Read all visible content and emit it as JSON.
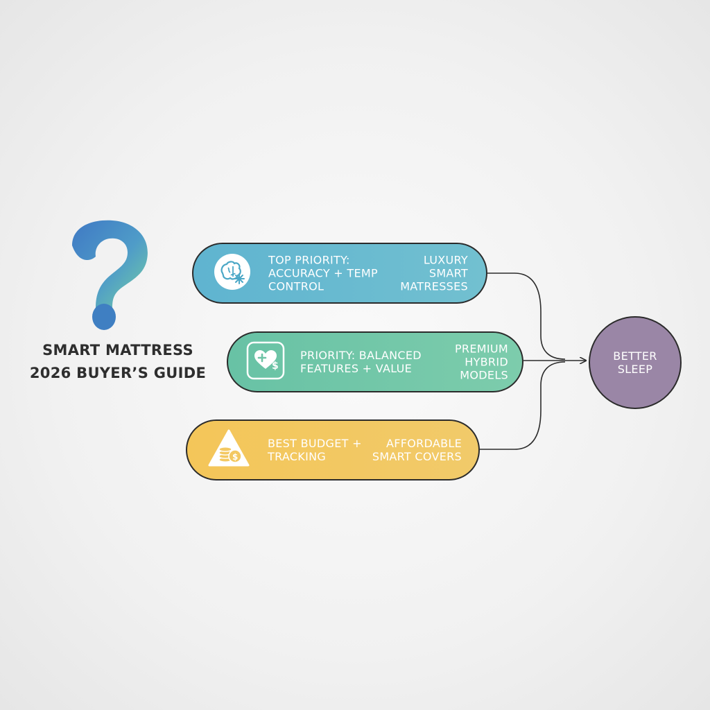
{
  "title": {
    "line1": "SMART MATTRESS",
    "line2": "2026 BUYER’S GUIDE"
  },
  "paths": [
    {
      "icon": "brain-snowflake-icon",
      "color": "#66B9D1",
      "priority": "TOP PRIORITY:\nACCURACY + TEMP\nCONTROL",
      "result": "LUXURY\nSMART\nMATRESSES"
    },
    {
      "icon": "heart-dollar-icon",
      "color": "#72C7A8",
      "priority": "PRIORITY: BALANCED\nFEATURES + VALUE",
      "result": "PREMIUM\nHYBRID\nMODELS"
    },
    {
      "icon": "coins-dollar-icon",
      "color": "#F3C862",
      "priority": "BEST BUDGET +\nTRACKING",
      "result": "AFFORDABLE\nSMART COVERS"
    }
  ],
  "outcome": {
    "label": "BETTER\nSLEEP",
    "color": "#9A86A6"
  },
  "logo": {
    "icon": "question-mark-icon"
  }
}
